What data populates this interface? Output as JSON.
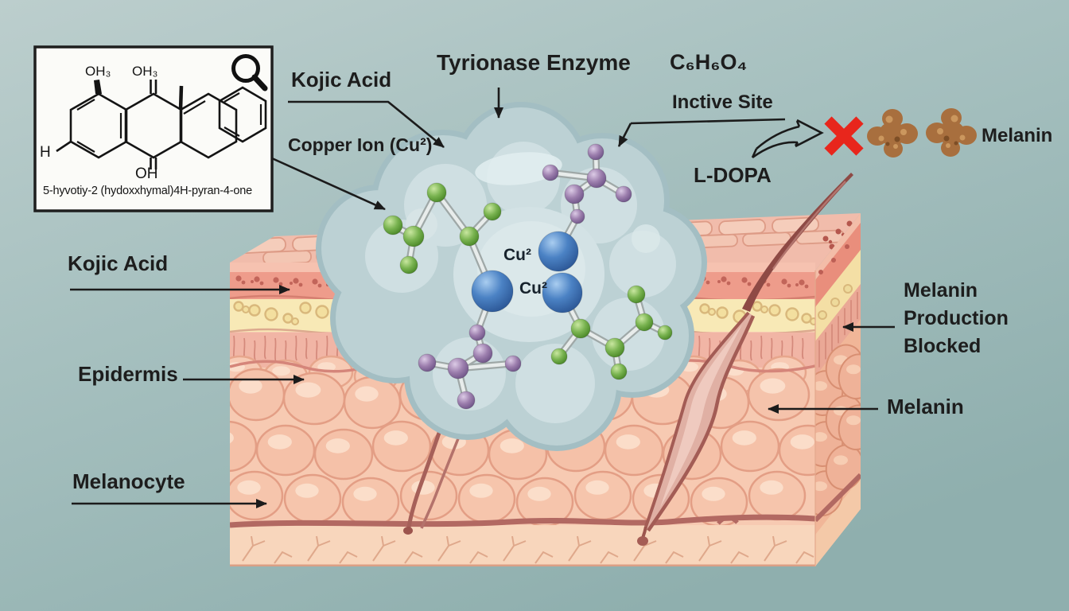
{
  "inset": {
    "oh3_left": "OH₃",
    "oh3_right": "OH₃",
    "h_label": "H",
    "oh_label": "OH",
    "caption": "5-hyvotiy-2 (hydoxxhymal)4H-pyran-4-one",
    "icon": "magnifier-icon"
  },
  "labels": {
    "kojic_top": "Kojic Acid",
    "enzyme": "Tyrionase Enzyme",
    "formula": "C₆H₆O₄",
    "active_site": "Inctive Site",
    "copper_ion": "Copper Ion (Cu²)",
    "l_dopa": "L-DOPA",
    "melanin_product": "Melanin",
    "kojic_left": "Kojic Acid",
    "epidermis": "Epidermis",
    "melanocyte": "Melanocyte",
    "production_blocked": "Melanin Production Blocked",
    "melanin_right": "Melanin"
  },
  "enzyme_core": {
    "cu_top": "Cu²",
    "cu_bottom": "Cu²"
  },
  "icons": {
    "magnifier": "magnifier-icon",
    "blocked": "x-mark-icon",
    "melanin_blobs": "melanin-blob-icon"
  },
  "colors": {
    "background": "#a4bfbe",
    "enzyme_body": "#bcd1d4",
    "copper_sphere": "#4b82c4",
    "kojic_atoms": "#79b350",
    "ldopa_atoms": "#9d7fae",
    "blocked_x": "#e8261c",
    "melanin": "#a86f3e",
    "skin_cells": "#f5c3ab"
  }
}
